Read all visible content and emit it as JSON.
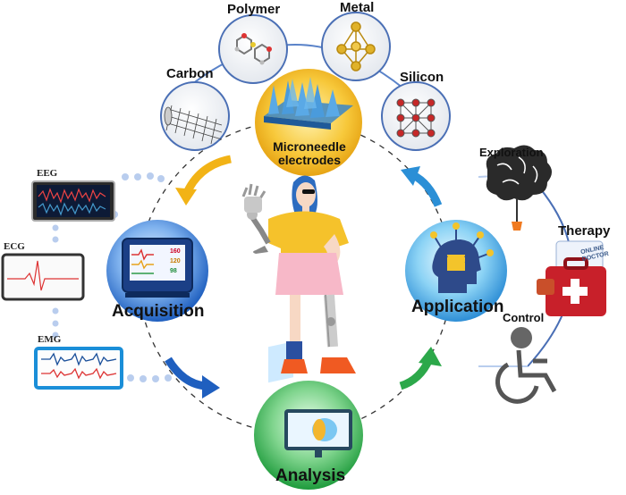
{
  "materials": {
    "carbon": "Carbon",
    "polymer": "Polymer",
    "metal": "Metal",
    "silicon": "Silicon",
    "center": "Microneedle\nelectrodes"
  },
  "stages": {
    "acquisition": "Acquisition",
    "analysis": "Analysis",
    "application": "Application"
  },
  "signals": {
    "eeg": "EEG",
    "ecg": "ECG",
    "emg": "EMG"
  },
  "monitor_values": [
    "160",
    "120",
    "98"
  ],
  "uses": {
    "exploration": "Exploration",
    "therapy": "Therapy",
    "control": "Control",
    "online_doctor": "ONLINE\nDOCTOR"
  },
  "colors": {
    "acquisition_blue": "#1f63c4",
    "analysis_green": "#2ca84a",
    "application_blue": "#2b8fd6",
    "microneedle_gold": "#f2b316"
  }
}
